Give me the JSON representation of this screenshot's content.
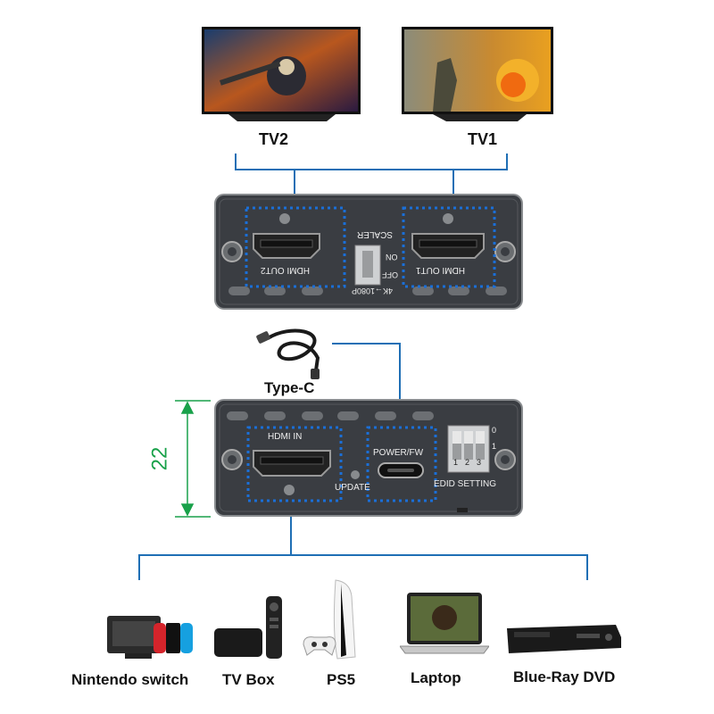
{
  "tvs": [
    {
      "name": "TV2"
    },
    {
      "name": "TV1"
    }
  ],
  "output_panel": {
    "port1_label": "HDMI OUT2",
    "port2_label": "HDMI OUT1",
    "switch_label": "SCALER",
    "switch_on": "ON",
    "switch_off": "OFF",
    "switch_mode": "4K→1080P"
  },
  "cable": {
    "label": "Type-C"
  },
  "input_panel": {
    "hdmi_in_label": "HDMI IN",
    "update_label": "UPDATE",
    "power_label": "POWER/FW",
    "edid_label": "EDID SETTING",
    "dip_numbers": [
      "1",
      "2",
      "3"
    ],
    "dip_states": [
      "0",
      "1"
    ]
  },
  "dimension": {
    "value": "22"
  },
  "sources": [
    {
      "name": "Nintendo switch"
    },
    {
      "name": "TV Box"
    },
    {
      "name": "PS5"
    },
    {
      "name": "Laptop"
    },
    {
      "name": "Blue-Ray DVD"
    }
  ],
  "colors": {
    "connector_line": "#1f6fb5",
    "dashed_box": "#1a6fd8",
    "panel": "#3a3d42",
    "dimension": "#19a14a"
  }
}
